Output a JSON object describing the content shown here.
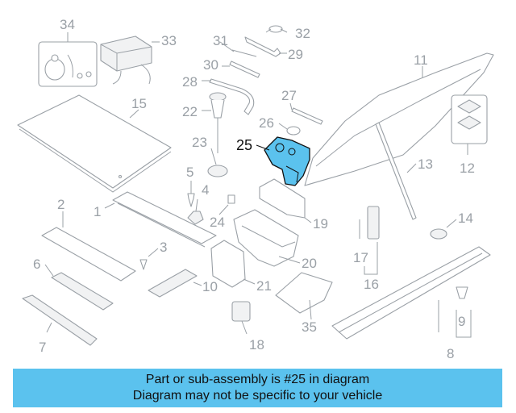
{
  "callouts": {
    "c1": "1",
    "c2": "2",
    "c3": "3",
    "c4": "4",
    "c5": "5",
    "c6": "6",
    "c7": "7",
    "c8": "8",
    "c9": "9",
    "c10": "10",
    "c11": "11",
    "c12": "12",
    "c13": "13",
    "c14": "14",
    "c15": "15",
    "c16": "16",
    "c17": "17",
    "c18": "18",
    "c19": "19",
    "c20": "20",
    "c21": "21",
    "c22": "22",
    "c23": "23",
    "c24": "24",
    "c25": "25",
    "c26": "26",
    "c27": "27",
    "c28": "28",
    "c29": "29",
    "c30": "30",
    "c31": "31",
    "c32": "32",
    "c33": "33",
    "c34": "34",
    "c35": "35"
  },
  "highlight": {
    "part": "25",
    "color": "#5bc2ee"
  },
  "banner": {
    "line1": "Part or sub-assembly is #25 in diagram",
    "line2": "Diagram may not be specific to your vehicle",
    "background": "#5bc2ee"
  }
}
